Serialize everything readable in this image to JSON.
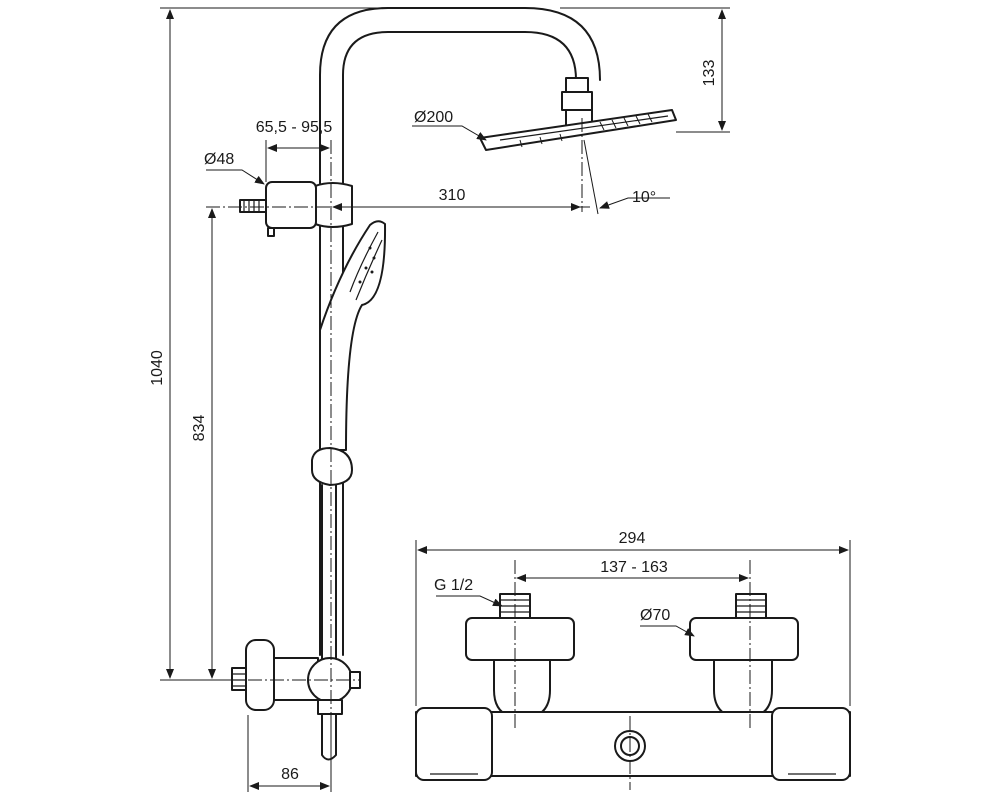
{
  "drawing": {
    "title": "Shower system dimension drawing",
    "dimensions": {
      "total_height": "1040",
      "mixer_height": "834",
      "shower_head_drop": "133",
      "arm_reach": "310",
      "bracket_range": "65,5 - 95,5",
      "bracket_diameter": "Ø48",
      "head_diameter": "Ø200",
      "head_tilt": "10°",
      "wall_offset": "86",
      "mixer_width": "294",
      "inlet_spacing": "137 - 163",
      "inlet_thread": "G 1/2",
      "escutcheon_diameter": "Ø70"
    }
  }
}
